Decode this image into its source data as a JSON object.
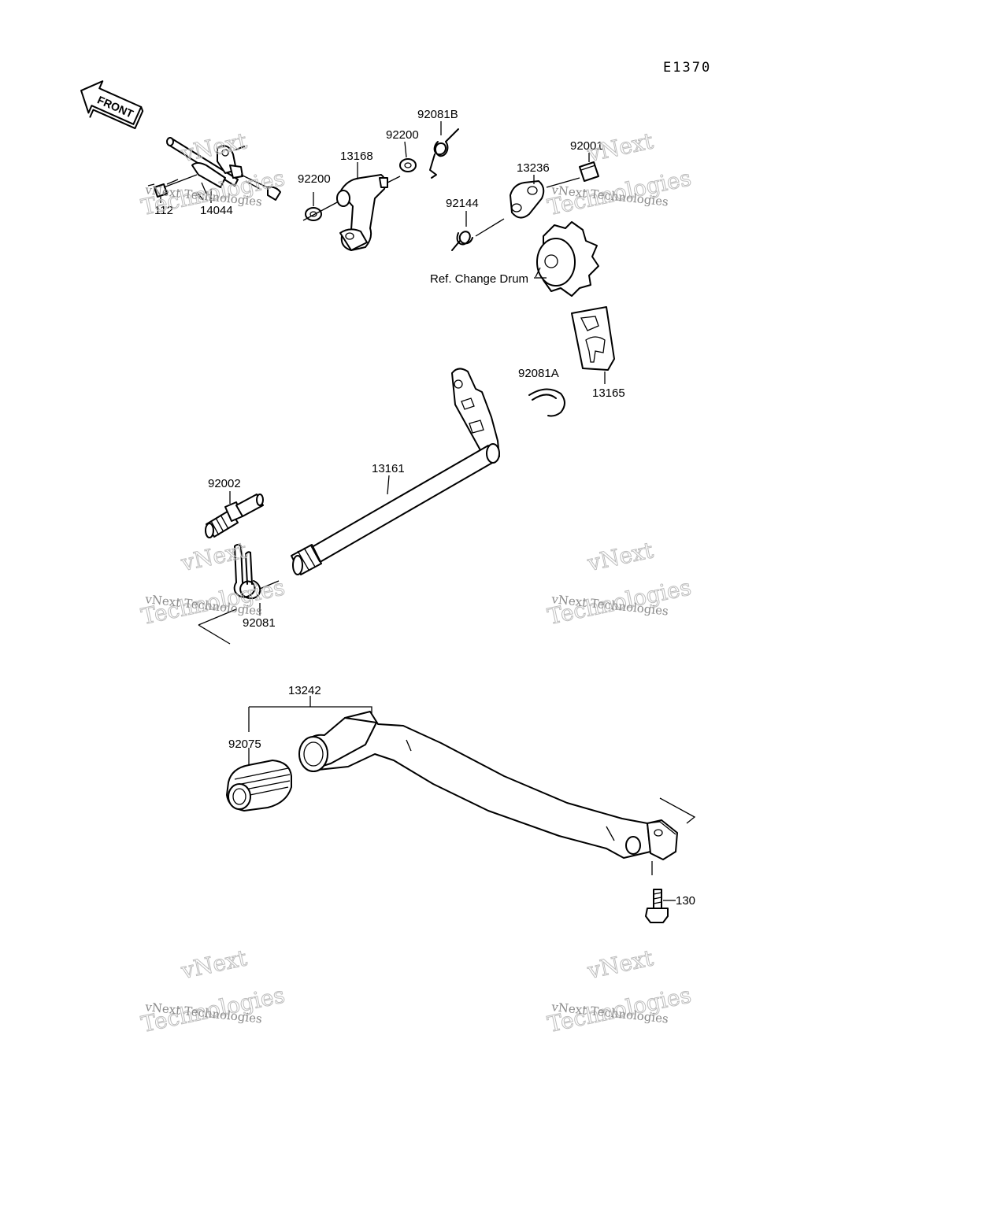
{
  "diagram_code": "E1370",
  "front_arrow_label": "FRONT",
  "ref_label": "Ref. Change Drum",
  "parts": {
    "p_14044": "14044",
    "p_112": "112",
    "p_13168": "13168",
    "p_92200a": "92200",
    "p_92200b": "92200",
    "p_92081b": "92081B",
    "p_92001": "92001",
    "p_13236": "13236",
    "p_92144": "92144",
    "p_92081a": "92081A",
    "p_13165": "13165",
    "p_13161": "13161",
    "p_92002": "92002",
    "p_92081": "92081",
    "p_13242": "13242",
    "p_92075": "92075",
    "p_130": "130"
  },
  "watermark": {
    "line1": "vNext Technologies",
    "line2a": "vNext",
    "line2b": "Technologies"
  }
}
